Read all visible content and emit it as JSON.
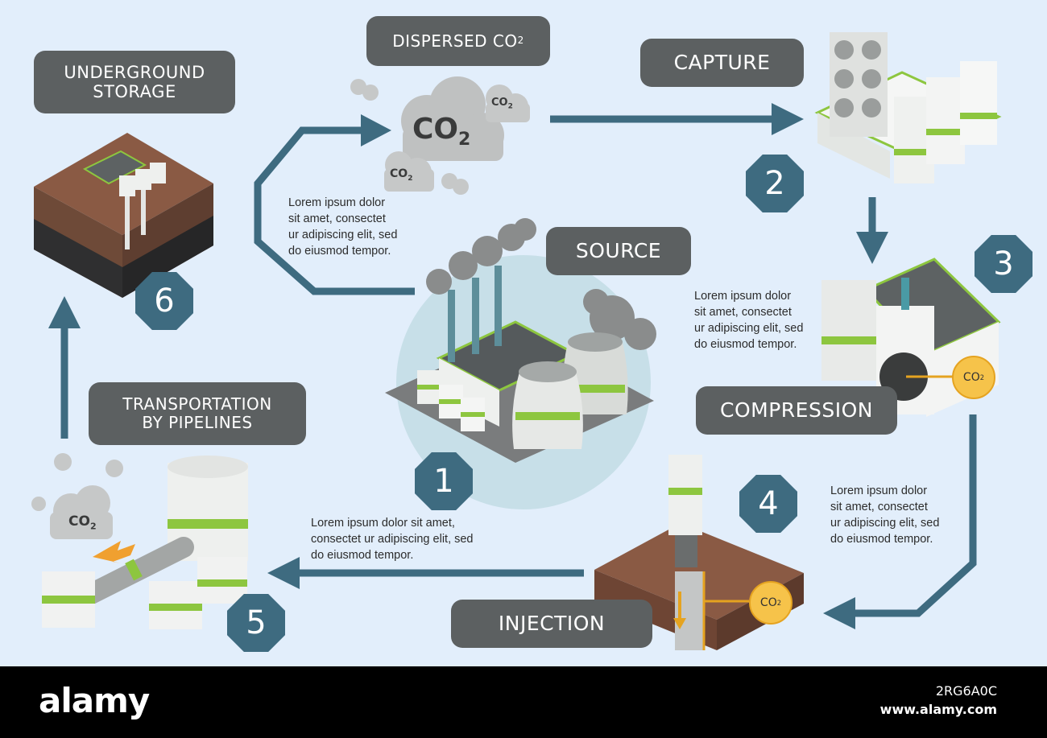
{
  "labels": {
    "underground_storage": "UNDERGROUND\nSTORAGE",
    "dispersed_co2": "DISPERSED CO",
    "dispersed_sub": "2",
    "capture": "CAPTURE",
    "source": "SOURCE",
    "compression": "COMPRESSION",
    "transportation": "TRANSPORTATION\nBY PIPELINES",
    "injection": "INJECTION"
  },
  "steps": [
    "1",
    "2",
    "3",
    "4",
    "5",
    "6"
  ],
  "descriptions": {
    "source": [
      "Lorem ipsum dolor",
      "sit amet, consectet",
      "ur adipiscing elit, sed",
      "do eiusmod tempor."
    ],
    "compression": [
      "Lorem ipsum dolor",
      "sit amet, consectet",
      "ur adipiscing elit, sed",
      "do eiusmod tempor."
    ],
    "injection": [
      "Lorem ipsum dolor",
      "sit amet, consectet",
      "ur adipiscing elit, sed",
      "do eiusmod tempor."
    ],
    "transportation": [
      "Lorem ipsum dolor sit amet,",
      "consectet ur adipiscing elit, sed",
      "do eiusmod tempor."
    ]
  },
  "badges": {
    "main": "CO",
    "sub": "2"
  },
  "cloud_text": {
    "main": "CO",
    "sub": "2"
  },
  "footer": {
    "brand": "alamy",
    "image_id": "2RG6A0C",
    "site": "www.alamy.com"
  },
  "colors": {
    "background": "#e2eefb",
    "label": "#5c6061",
    "step": "#3e6b80",
    "arrow": "#3e6b80",
    "accent_green": "#8dc63f",
    "co2_badge": "#f6c34a"
  }
}
